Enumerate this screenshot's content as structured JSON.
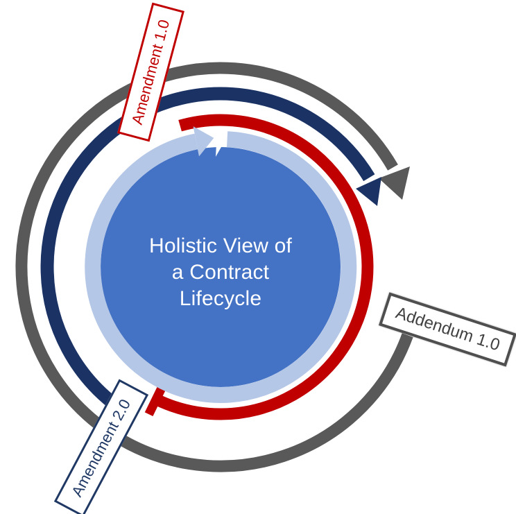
{
  "title": "Holistic View of\na Contract\nLifecycle",
  "labels": {
    "amendment1": {
      "text": "Amendment 1.0",
      "color": "#C00000"
    },
    "addendum1": {
      "text": "Addendum 1.0",
      "color": "#404040"
    },
    "amendment2": {
      "text": "Amendment 2.0",
      "color": "#1F3864"
    }
  },
  "colors": {
    "circle_fill": "#4472C4",
    "ring": "#B4C7E7",
    "red_arc": "#C00000",
    "navy_arc": "#1B3264",
    "gray_arc": "#595959",
    "title_text": "#FFFFFF",
    "notch": "#FFFFFF"
  }
}
